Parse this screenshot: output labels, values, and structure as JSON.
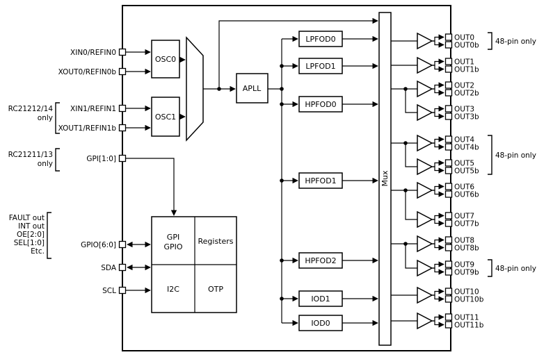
{
  "chip": {
    "left_pins": [
      {
        "label": "XIN0/REFIN0"
      },
      {
        "label": "XOUT0/REFIN0b"
      },
      {
        "label": "XIN1/REFIN1"
      },
      {
        "label": "XOUT1/REFIN1b"
      },
      {
        "label": "GPI[1:0]"
      },
      {
        "label": "GPIO[6:0]"
      },
      {
        "label": "SDA"
      },
      {
        "label": "SCL"
      }
    ],
    "groups": {
      "osc1_note": [
        "RC21212/14",
        "only"
      ],
      "gpi_note": [
        "RC21211/13",
        "only"
      ],
      "gpio_note": [
        "FAULT out",
        "INT out",
        "OE[2:0]",
        "SEL[1:0]",
        "Etc."
      ]
    },
    "blocks": {
      "osc0": "OSC0",
      "osc1": "OSC1",
      "apll": "APLL",
      "lpfod0": "LPFOD0",
      "lpfod1": "LPFOD1",
      "hpfod0": "HPFOD0",
      "hpfod1": "HPFOD1",
      "hpfod2": "HPFOD2",
      "iod1": "IOD1",
      "iod0": "IOD0",
      "mux": "Mux",
      "gpi_gpio": [
        "GPI",
        "GPIO"
      ],
      "registers": "Registers",
      "i2c": "I2C",
      "otp": "OTP"
    },
    "outputs": [
      {
        "p": "OUT0",
        "n": "OUT0b"
      },
      {
        "p": "OUT1",
        "n": "OUT1b"
      },
      {
        "p": "OUT2",
        "n": "OUT2b"
      },
      {
        "p": "OUT3",
        "n": "OUT3b"
      },
      {
        "p": "OUT4",
        "n": "OUT4b"
      },
      {
        "p": "OUT5",
        "n": "OUT5b"
      },
      {
        "p": "OUT6",
        "n": "OUT6b"
      },
      {
        "p": "OUT7",
        "n": "OUT7b"
      },
      {
        "p": "OUT8",
        "n": "OUT8b"
      },
      {
        "p": "OUT9",
        "n": "OUT9b"
      },
      {
        "p": "OUT10",
        "n": "OUT10b"
      },
      {
        "p": "OUT11",
        "n": "OUT11b"
      }
    ],
    "pin_notes": [
      {
        "label": "48-pin only"
      },
      {
        "label": "48-pin only"
      },
      {
        "label": "48-pin only"
      }
    ],
    "colors": {
      "stroke": "#000000",
      "background": "#ffffff"
    }
  }
}
